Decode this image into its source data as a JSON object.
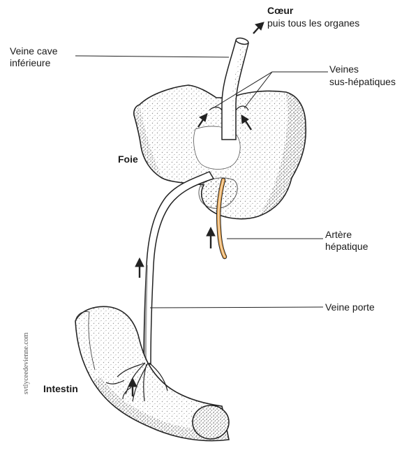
{
  "labels": {
    "coeur": "Cœur",
    "coeur_sub": "puis tous les organes",
    "veine_cave_1": "Veine cave",
    "veine_cave_2": "inférieure",
    "veines_hep_1": "Veines",
    "veines_hep_2": "sus-hépatiques",
    "foie": "Foie",
    "artere_1": "Artère",
    "artere_2": "hépatique",
    "veine_porte": "Veine porte",
    "intestin": "Intestin"
  },
  "watermark": "svtlyceedevienne.com",
  "colors": {
    "artery": "#e8a857",
    "ink": "#222222"
  }
}
